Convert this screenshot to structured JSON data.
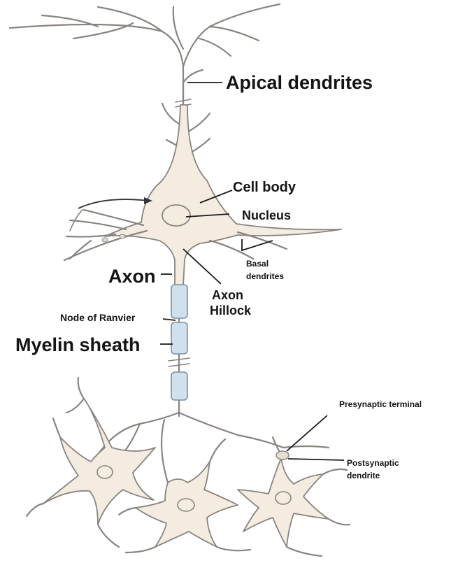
{
  "labels": {
    "apical_dendrites": "Apical dendrites",
    "cell_body": "Cell body",
    "nucleus": "Nucleus",
    "axon": "Axon",
    "basal_dendrites_line1": "Basal",
    "basal_dendrites_line2": "dendrites",
    "axon_hillock_line1": "Axon",
    "axon_hillock_line2": "Hillock",
    "node_of_ranvier": "Node of Ranvier",
    "myelin_sheath": "Myelin sheath",
    "presynaptic_terminal": "Presynaptic terminal",
    "postsynaptic_dendrite_line1": "Postsynaptic",
    "postsynaptic_dendrite_line2": "dendrite"
  },
  "colors": {
    "cytoplasm": "#f4ece0",
    "outline": "#8a8480",
    "myelin": "#cfe0ef",
    "label_text": "#141414"
  }
}
